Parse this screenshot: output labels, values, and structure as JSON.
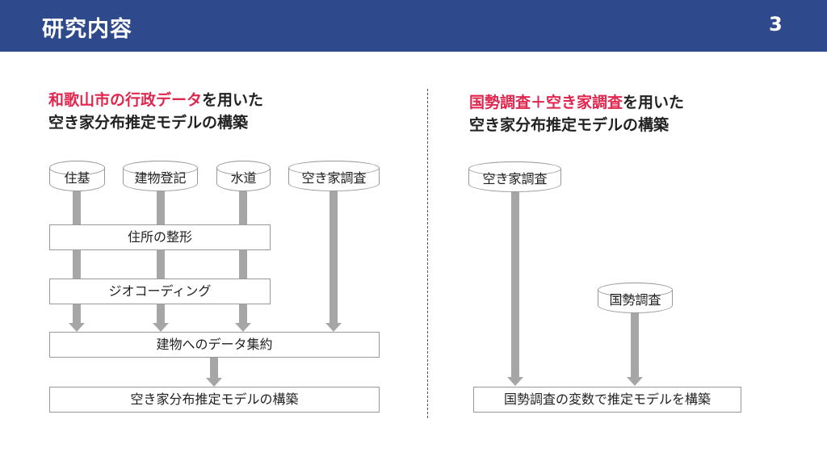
{
  "header": {
    "title": "研究内容",
    "page_number": "3"
  },
  "left": {
    "heading_highlight": "和歌山市の行政データ",
    "heading_rest_line1": "を用いた",
    "heading_line2": "空き家分布推定モデルの構築",
    "sources": [
      "住基",
      "建物登記",
      "水道",
      "空き家調査"
    ],
    "steps": [
      "住所の整形",
      "ジオコーディング",
      "建物へのデータ集約",
      "空き家分布推定モデルの構築"
    ]
  },
  "right": {
    "heading_highlight": "国勢調査＋空き家調査",
    "heading_rest_line1": "を用いた",
    "heading_line2": "空き家分布推定モデルの構築",
    "sources": [
      "空き家調査",
      "国勢調査"
    ],
    "result": "国勢調査の変数で推定モデルを構築"
  },
  "colors": {
    "header_bg": "#2f4a8c",
    "highlight": "#e0264e",
    "arrow": "#a6a6a6"
  }
}
